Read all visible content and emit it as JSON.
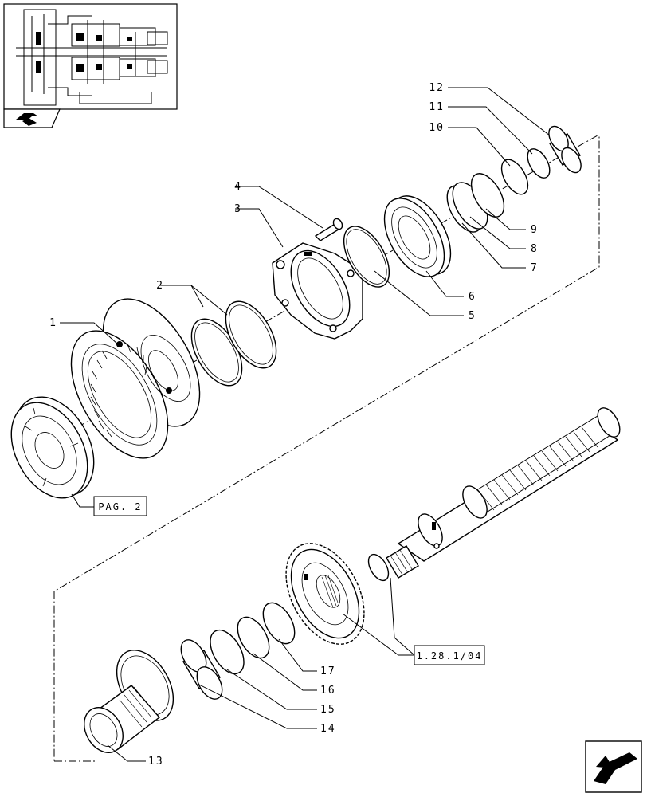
{
  "callouts": [
    {
      "num": "1"
    },
    {
      "num": "2"
    },
    {
      "num": "3"
    },
    {
      "num": "4"
    },
    {
      "num": "5"
    },
    {
      "num": "6"
    },
    {
      "num": "7"
    },
    {
      "num": "8"
    },
    {
      "num": "9"
    },
    {
      "num": "10"
    },
    {
      "num": "11"
    },
    {
      "num": "12"
    },
    {
      "num": "13"
    },
    {
      "num": "14"
    },
    {
      "num": "15"
    },
    {
      "num": "16"
    },
    {
      "num": "17"
    }
  ],
  "references": {
    "pag2": "PAG. 2",
    "ref_128104": "1.28.1/04"
  },
  "icons": {
    "thumbnail": "assembly-thumbnail-icon",
    "back": "back-arrow-icon",
    "next": "next-page-arrow-icon"
  }
}
